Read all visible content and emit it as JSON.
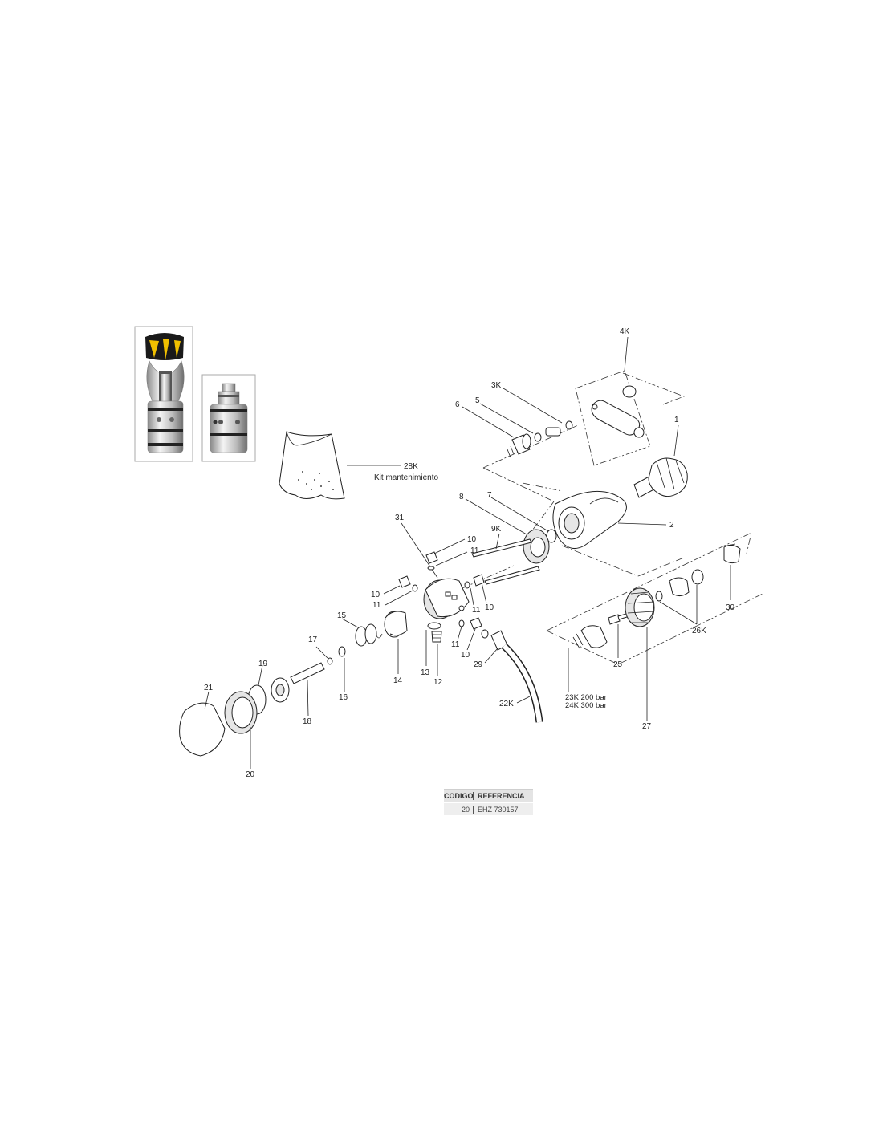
{
  "labels": {
    "p1": "1",
    "p2": "2",
    "p3k": "3K",
    "p4k": "4K",
    "p5": "5",
    "p6": "6",
    "p7": "7",
    "p8": "8",
    "p9k": "9K",
    "p10": "10",
    "p11": "11",
    "p12": "12",
    "p13": "13",
    "p14": "14",
    "p15": "15",
    "p16": "16",
    "p17": "17",
    "p18": "18",
    "p19": "19",
    "p20": "20",
    "p21": "21",
    "p22k": "22K",
    "p23k": "23K 200 bar",
    "p24k": "24K 300 bar",
    "p25": "25",
    "p26k": "26K",
    "p27": "27",
    "p28k": "28K",
    "p28k_desc": "Kit mantenimiento",
    "p29": "29",
    "p30": "30",
    "p31": "31"
  },
  "table": {
    "header": {
      "codigo": "CODIGO",
      "referencia": "REFERENCIA"
    },
    "rows": [
      {
        "codigo": "20",
        "referencia": "EHZ 730157"
      }
    ]
  },
  "photos": [
    {
      "name": "regulator-yoke-photo"
    },
    {
      "name": "regulator-din-photo"
    }
  ],
  "colors": {
    "yoke_knob": "#f0c000",
    "knob_dark": "#1a1a1a",
    "metal": "#c8c8c8"
  }
}
